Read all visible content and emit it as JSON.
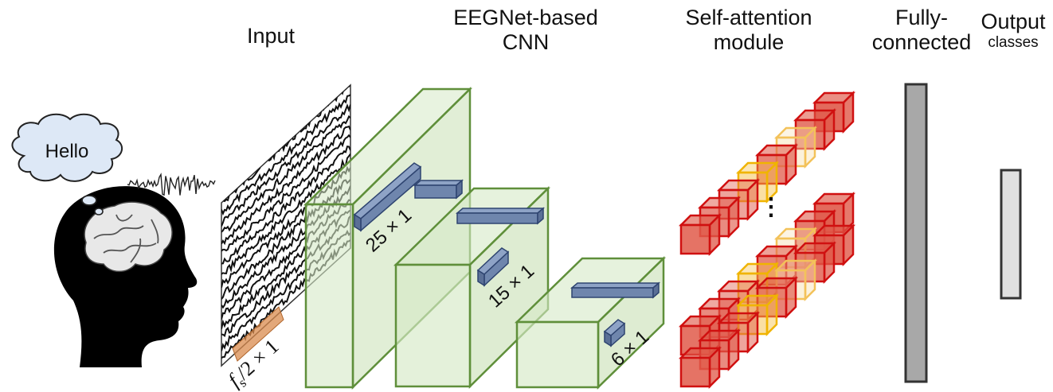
{
  "titles": {
    "input": "Input",
    "cnn_line1": "EEGNet-based",
    "cnn_line2": "CNN",
    "attn_line1": "Self-attention",
    "attn_line2": "module",
    "fc_line1": "Fully-",
    "fc_line2": "connected",
    "out_line1": "Output",
    "out_line2": "classes"
  },
  "thought_text": "Hello",
  "kernels": {
    "k1": "25 × 1",
    "k2": "15 × 1",
    "k3": "6 × 1",
    "fs_f": "f",
    "fs_s": "s",
    "fs_rest": "/2 × 1"
  },
  "ellipsis": "⋮",
  "colors": {
    "cnn_fill": "#d6e9c6",
    "cnn_stroke": "#5f8f3a",
    "kernel_fill": "#6f86ad",
    "kernel_stroke": "#2e4470",
    "cube_red": "#e05a4a",
    "cube_red_stroke": "#d01010",
    "cube_yellow_stroke": "#f0b400",
    "fc_fill": "#a8a8a8",
    "out_fill": "#e0e0e0"
  }
}
